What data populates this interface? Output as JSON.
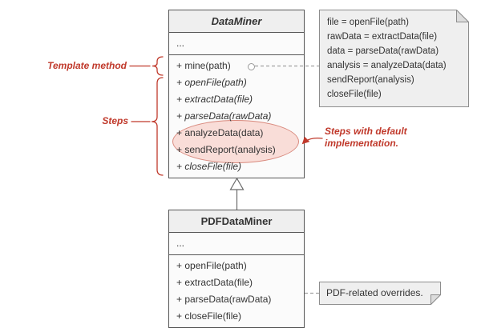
{
  "colors": {
    "annotation_red": "#c0392b",
    "box_border": "#565656",
    "box_header_bg": "#efefef",
    "box_body_bg": "#fbfbfb",
    "note_bg": "#efefef",
    "note_border": "#8d8d8d",
    "note_fold": "#dcdcdc",
    "highlight_fill": "#f9ddd8",
    "highlight_stroke": "#d98a7e",
    "connector_gray": "#a0a0a0",
    "text": "#333333"
  },
  "dataminer": {
    "title": "DataMiner",
    "ellipsis": "...",
    "methods": [
      "+ mine(path)",
      "+ openFile(path)",
      "+ extractData(file)",
      "+ parseData(rawData)",
      "+ analyzeData(data)",
      "+ sendReport(analysis)",
      "+ closeFile(file)"
    ]
  },
  "pdfdataminer": {
    "title": "PDFDataMiner",
    "ellipsis": "...",
    "methods": [
      "+ openFile(path)",
      "+ extractData(file)",
      "+ parseData(rawData)",
      "+ closeFile(file)"
    ]
  },
  "code_note": {
    "lines": [
      "file = openFile(path)",
      "rawData = extractData(file)",
      "data = parseData(rawData)",
      "analysis = analyzeData(data)",
      "sendReport(analysis)",
      "closeFile(file)"
    ]
  },
  "override_note": {
    "text": "PDF-related overrides."
  },
  "annotations": {
    "template_method": "Template method",
    "steps": "Steps",
    "default_impl_lines": [
      "Steps with default",
      "implementation."
    ]
  }
}
